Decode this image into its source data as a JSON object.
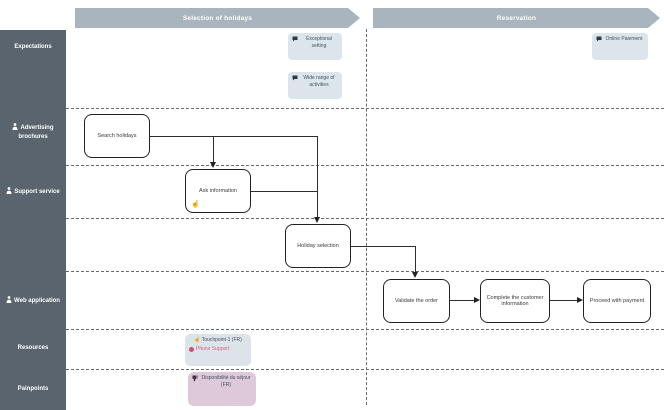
{
  "phases": [
    {
      "label": "Selection of holidays"
    },
    {
      "label": "Reservation"
    }
  ],
  "lanes": {
    "expectations": "Expectations",
    "advertising": "Advertising brochures",
    "support": "Support service",
    "web": "Web application",
    "resources": "Resources",
    "painpoints": "Painpoints"
  },
  "flow": {
    "search": "Search holidays",
    "ask": "Ask information",
    "holiday": "Holiday selection",
    "validate": "Validate the order",
    "complete": "Complete the customer information",
    "proceed": "Proceed with payment"
  },
  "notes": {
    "exceptional": "Exceptional setting",
    "wide": "Wide range of activities",
    "online": "Online Paiement",
    "touchpoint": "Touchpoint-1 (FR)",
    "phone": "Phone Support",
    "painpoint": "Disponibilité du séjour (FR)"
  },
  "icons": {
    "comment": "comment-bubble",
    "person": "person-silhouette",
    "touch": "pointing-hand",
    "phone": "phone-dot",
    "thumbs_down": "thumbs-down"
  },
  "colors": {
    "sidebar_bg": "#5a646e",
    "banner_bg": "#a9b5be",
    "note_bg": "#dde5ec",
    "resources_note_bg": "#dce4ea",
    "painpoint_bg": "#ddc9da",
    "phone_text": "#d4608a",
    "connector": "#2e2e2e"
  }
}
